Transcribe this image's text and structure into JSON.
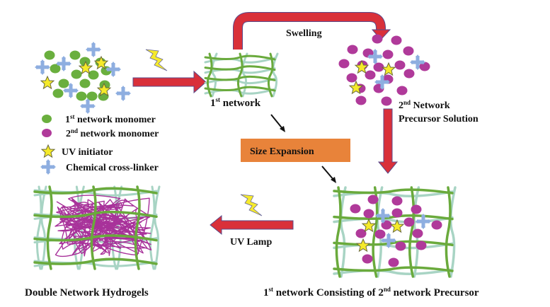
{
  "colors": {
    "arrow_red": "#d9303a",
    "arrow_outline": "#5a4a8a",
    "first_network_green": "#6aaa3c",
    "first_network_light": "#a8d4c4",
    "monomer_green": "#6aaf3e",
    "monomer_magenta": "#b03a9a",
    "star_yellow": "#f5ea2a",
    "crosslinker_blue": "#8eaee0",
    "size_box_orange": "#e8833a",
    "lightning_yellow": "#f6ea2c",
    "tangle_magenta": "#a8329a"
  },
  "legend": {
    "items": [
      {
        "icon": "green-circle-icon",
        "num": "1",
        "sup": "st",
        "text": " network monomer"
      },
      {
        "icon": "magenta-circle-icon",
        "num": "2",
        "sup": "nd",
        "text": " network monomer"
      },
      {
        "icon": "star-icon",
        "num": "",
        "sup": "",
        "text": "UV initiator"
      },
      {
        "icon": "cross-icon",
        "num": "",
        "sup": "",
        "text": "Chemical cross-linker"
      }
    ]
  },
  "labels": {
    "first_network": {
      "num": "1",
      "sup": "st",
      "text": " network"
    },
    "swelling": "Swelling",
    "precursor_line1": {
      "num": "2",
      "sup": "nd",
      "text": " Network"
    },
    "precursor_line2": "Precursor Solution",
    "size_expansion": "Size Expansion",
    "uv_lamp": "UV Lamp",
    "double_network": "Double Network Hydrogels",
    "consisting": {
      "num1": "1",
      "sup1": "st",
      "mid": " network Consisting of ",
      "num2": "2",
      "sup2": "nd",
      "end": " network Precursor"
    }
  }
}
